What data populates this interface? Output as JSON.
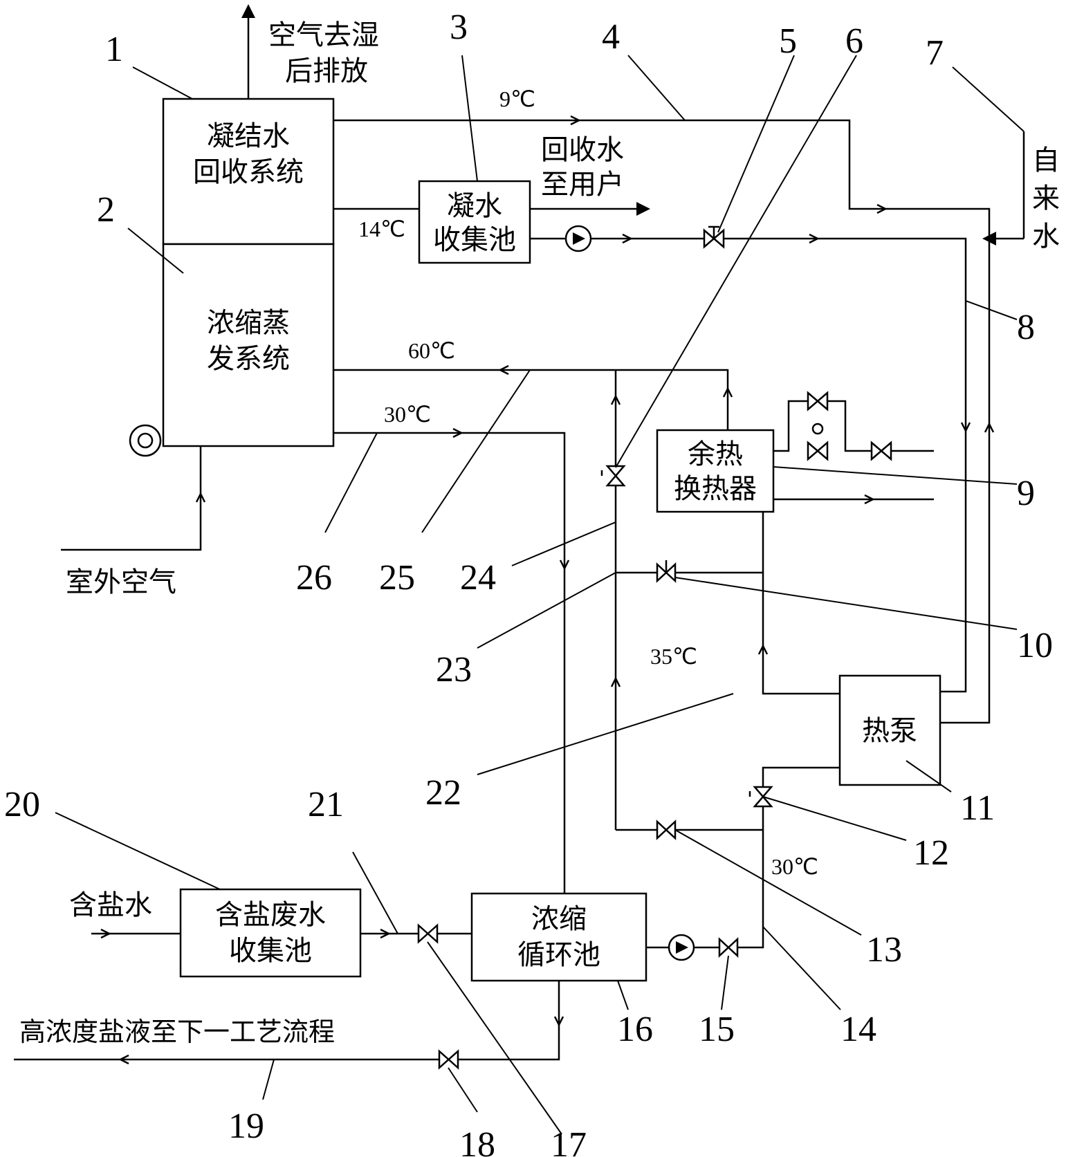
{
  "blocks": {
    "condensate_recovery": [
      "凝结水",
      "回收系统"
    ],
    "concentration_evaporation": [
      "浓缩蒸",
      "发系统"
    ],
    "condensate_pool": [
      "凝水",
      "收集池"
    ],
    "waste_heat_exchanger": [
      "余热",
      "换热器"
    ],
    "heat_pump": [
      "热泵"
    ],
    "saltwater_pool": [
      "含盐废水",
      "收集池"
    ],
    "concentration_pool": [
      "浓缩",
      "循环池"
    ]
  },
  "flow_labels": {
    "air_exhaust": [
      "空气去湿",
      "后排放"
    ],
    "recovered_water": [
      "回收水",
      "至用户"
    ],
    "tap_water": [
      "自",
      "来",
      "水"
    ],
    "outdoor_air": "室外空气",
    "saltwater_in": "含盐水",
    "high_conc_out": "高浓度盐液至下一工艺流程"
  },
  "temperatures": {
    "t9": "9℃",
    "t14": "14℃",
    "t60": "60℃",
    "t30_top": "30℃",
    "t35": "35℃",
    "t30_bottom": "30℃"
  },
  "callouts": {
    "n1": "1",
    "n2": "2",
    "n3": "3",
    "n4": "4",
    "n5": "5",
    "n6": "6",
    "n7": "7",
    "n8": "8",
    "n9": "9",
    "n10": "10",
    "n11": "11",
    "n12": "12",
    "n13": "13",
    "n14": "14",
    "n15": "15",
    "n16": "16",
    "n17": "17",
    "n18": "18",
    "n19": "19",
    "n20": "20",
    "n21": "21",
    "n22": "22",
    "n23": "23",
    "n24": "24",
    "n25": "25",
    "n26": "26"
  }
}
